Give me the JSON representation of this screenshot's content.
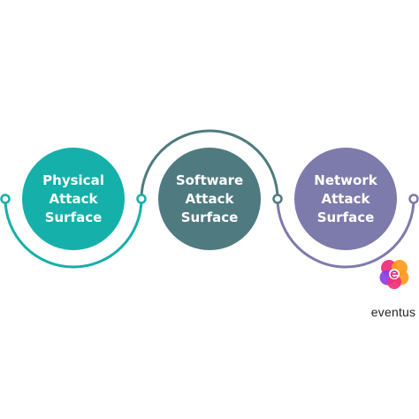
{
  "steps": [
    {
      "lines": [
        "Physical",
        "Attack",
        "Surface"
      ],
      "color": "#15b0a9"
    },
    {
      "lines": [
        "Software",
        "Attack",
        "Surface"
      ],
      "color": "#4f7a80"
    },
    {
      "lines": [
        "Network",
        "Attack",
        "Surface"
      ],
      "color": "#7d7bab"
    }
  ],
  "connector_colors": {
    "left": "#15b0a9",
    "middle": "#4f7a80",
    "right": "#7d7bab"
  },
  "logo": {
    "wordmark": "eventus",
    "colors": [
      "#f0307a",
      "#ff9a1f",
      "#8a3ee6",
      "#ffffff"
    ]
  }
}
